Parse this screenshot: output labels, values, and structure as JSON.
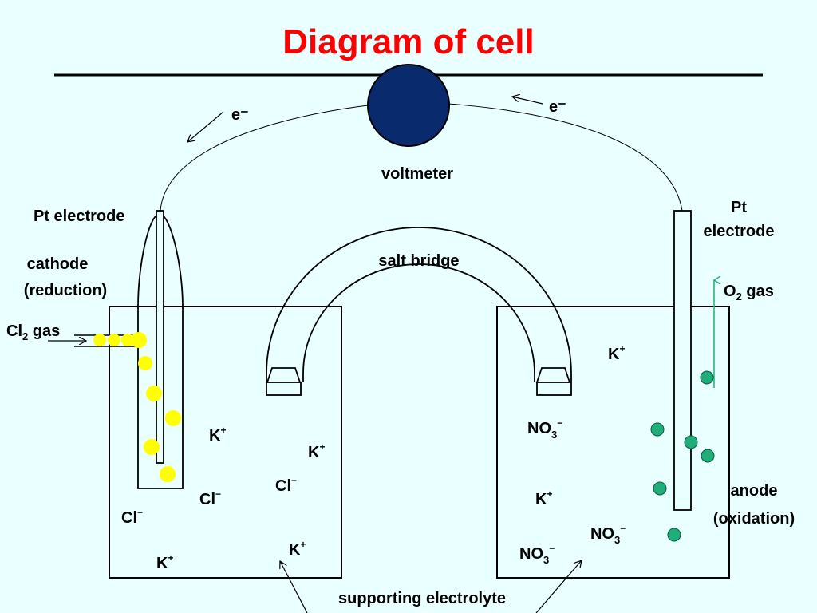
{
  "title": "Diagram of cell",
  "labels": {
    "electron_left": "e⁻",
    "electron_right": "e⁻",
    "voltmeter": "voltmeter",
    "pt_electrode_left": "Pt electrode",
    "pt_right_line1": "Pt",
    "pt_right_line2": "electrode",
    "cathode": "cathode",
    "reduction": "(reduction)",
    "cl2_gas": "Cl",
    "cl2_sub": "2",
    "cl2_gas_suffix": " gas",
    "salt_bridge": "salt bridge",
    "o2_gas": "O",
    "o2_sub": "2",
    "o2_gas_suffix": " gas",
    "anode": "anode",
    "oxidation": "(oxidation)",
    "supporting_electrolyte": "supporting electrolyte"
  },
  "ions_left": [
    {
      "base": "K",
      "sup": "+"
    },
    {
      "base": "K",
      "sup": "+"
    },
    {
      "base": "Cl",
      "sup": "−"
    },
    {
      "base": "Cl",
      "sup": "−"
    },
    {
      "base": "Cl",
      "sup": "−"
    },
    {
      "base": "K",
      "sup": "+"
    },
    {
      "base": "K",
      "sup": "+"
    }
  ],
  "ions_right": [
    {
      "base": "K",
      "sup": "+"
    },
    {
      "base": "NO",
      "sub": "3",
      "sup": "−"
    },
    {
      "base": "K",
      "sup": "+"
    },
    {
      "base": "NO",
      "sub": "3",
      "sup": "−"
    },
    {
      "base": "NO",
      "sub": "3",
      "sup": "−"
    }
  ],
  "colors": {
    "title": "#ff0000",
    "background": "#eaffff",
    "voltmeter_fill": "#0a2a6e",
    "cl2_bubbles": "#ffff00",
    "o2_bubbles": "#1fae7a",
    "o2_arrow": "#1fae7a"
  }
}
